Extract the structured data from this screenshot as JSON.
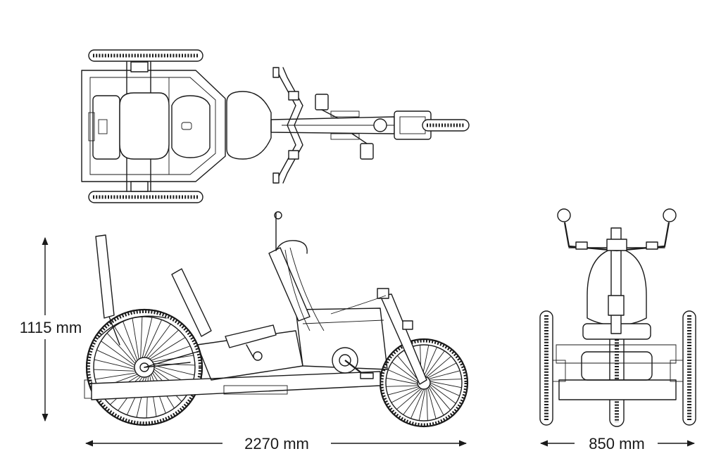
{
  "dimensions": {
    "height_label": "1115 mm",
    "length_label": "2270 mm",
    "width_label": "850 mm"
  },
  "colors": {
    "line": "#1a1a1a",
    "background": "#ffffff"
  }
}
